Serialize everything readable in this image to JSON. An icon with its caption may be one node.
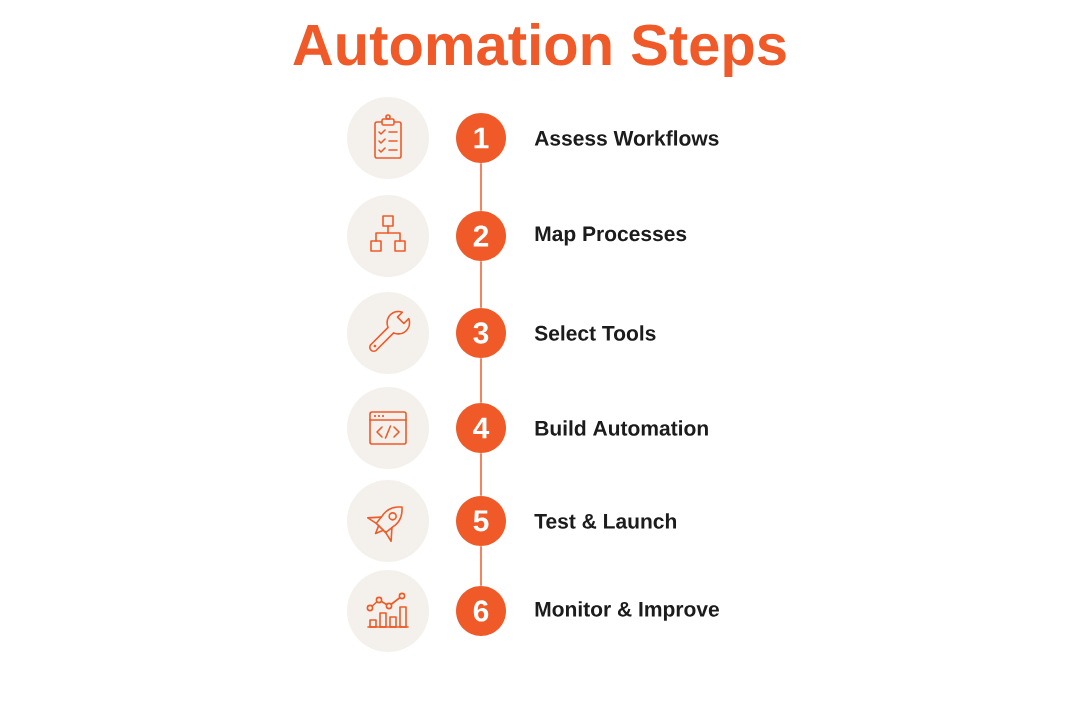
{
  "diagram": {
    "title": "Automation Steps",
    "nodes": [
      {
        "text": [
          "1"
        ],
        "beside": [
          "Assess Workflows"
        ]
      },
      {
        "text": [
          "2"
        ],
        "beside": [
          "Map Processes"
        ]
      },
      {
        "text": [
          "3"
        ],
        "beside": [
          "Select Tools"
        ]
      },
      {
        "text": [
          "4"
        ],
        "beside": [
          "Build Automation"
        ]
      },
      {
        "text": [
          "5"
        ],
        "beside": [
          "Test & Launch"
        ]
      },
      {
        "text": [
          "6"
        ],
        "beside": [
          "Monitor & Improve"
        ]
      }
    ],
    "edges": [
      {
        "from": 0,
        "to": 1,
        "arrow": "none"
      },
      {
        "from": 1,
        "to": 2,
        "arrow": "none"
      },
      {
        "from": 2,
        "to": 3,
        "arrow": "none"
      },
      {
        "from": 3,
        "to": 4,
        "arrow": "none"
      },
      {
        "from": 4,
        "to": 5,
        "arrow": "none"
      }
    ]
  }
}
